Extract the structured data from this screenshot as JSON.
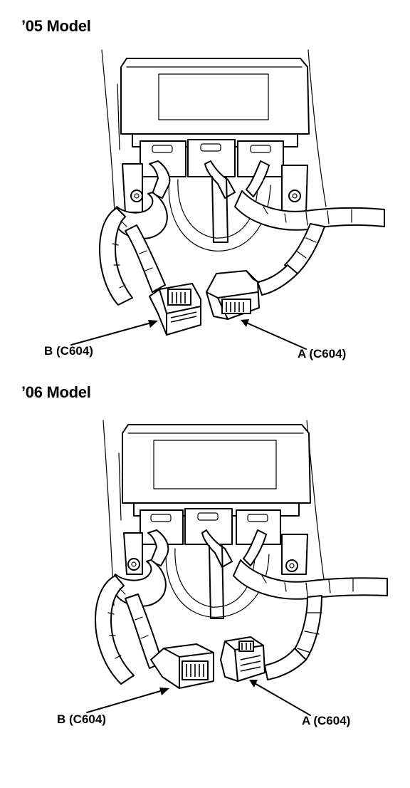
{
  "panels": [
    {
      "heading": "’05 Model",
      "callout_b": "B (C604)",
      "callout_a": "A (C604)"
    },
    {
      "heading": "’06 Model",
      "callout_b": "B (C604)",
      "callout_a": "A (C604)"
    }
  ]
}
